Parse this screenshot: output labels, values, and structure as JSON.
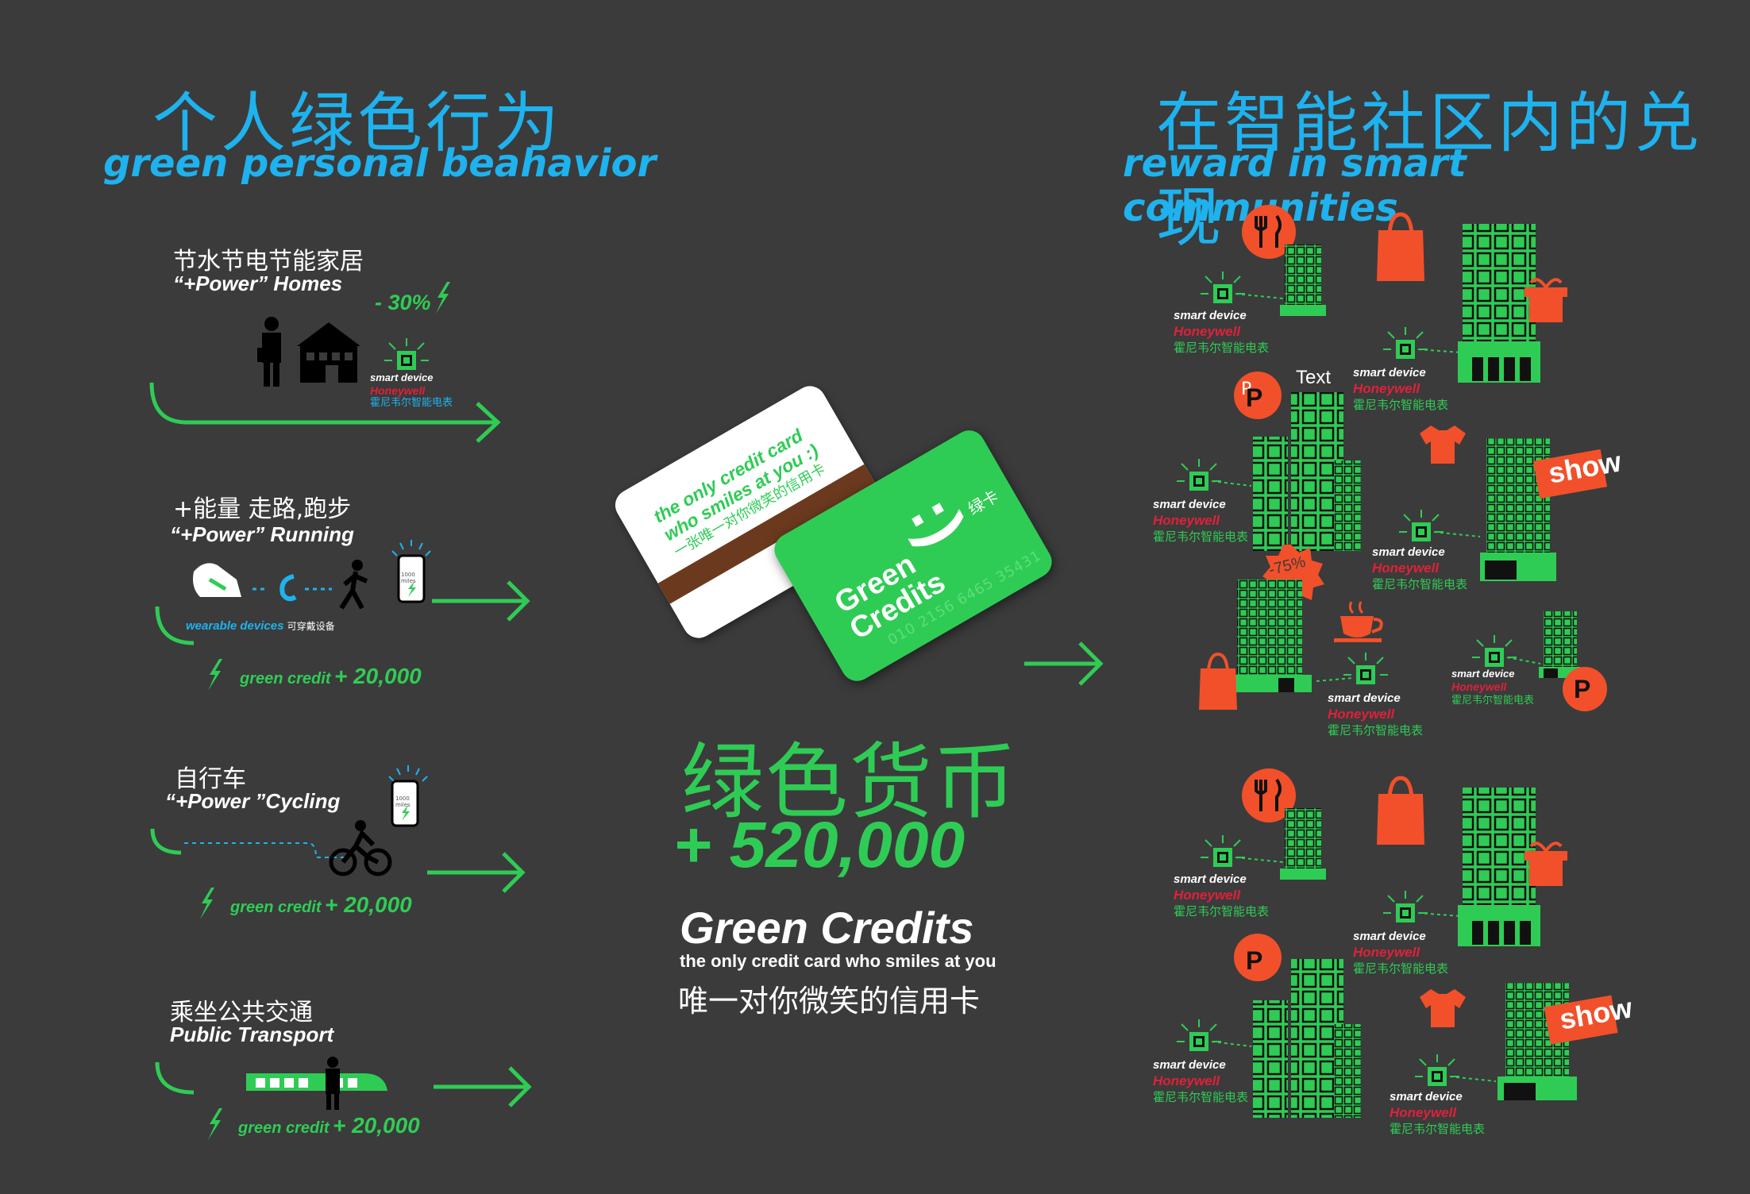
{
  "left": {
    "title_cn": "个人绿色行为",
    "title_en": "green personal beahavior",
    "items": [
      {
        "label_cn": "节水节电节能家居",
        "label_en": "“+Power” Homes",
        "note": "- 30%"
      },
      {
        "label_cn": "+能量  走路,跑步",
        "label_en": "“+Power” Running",
        "wearable": "wearable devices",
        "wearable_cn": "可穿戴设备",
        "phone": "1000 miles",
        "credit_label": "green credit",
        "credit_value": "+ 20,000"
      },
      {
        "label_cn": "自行车",
        "label_en": "“+Power ”Cycling",
        "phone": "1000 miles",
        "credit_label": "green credit",
        "credit_value": "+ 20,000"
      },
      {
        "label_cn": "乘坐公共交通",
        "label_en": "Public Transport",
        "credit_label": "green credit",
        "credit_value": "+ 20,000"
      }
    ],
    "device": {
      "en": "smart device",
      "brand": "Honeywell",
      "cn": "霍尼韦尔智能电表"
    }
  },
  "center": {
    "card_back_line1": "the only credit card",
    "card_back_line2": "who smiles at you :)",
    "card_back_cn": "一张唯一对你微笑的信用卡",
    "card_front_name1": "Green",
    "card_front_name2": "Credits",
    "card_front_smile": ":)",
    "card_front_cn": "绿卡",
    "card_number": "010 2156 6465 35431",
    "currency_cn": "绿色货币",
    "currency_value": "+ 520,000",
    "brand": "Green Credits",
    "tagline": "the only credit card who smiles at you",
    "tagline_cn": "唯一对你微笑的信用卡"
  },
  "right": {
    "title_cn": "在智能社区内的兑现",
    "title_en": "reward in smart communities",
    "device": {
      "en": "smart device",
      "brand": "Honeywell",
      "cn": "霍尼韦尔智能电表"
    },
    "text_label": "Text",
    "show": "show",
    "discount": "-75%",
    "parking": "P"
  },
  "colors": {
    "green": "#2fcc55",
    "blue": "#1eb2ee",
    "orange": "#f2502a",
    "red": "#e0203a",
    "bg": "#3b3b3b"
  }
}
